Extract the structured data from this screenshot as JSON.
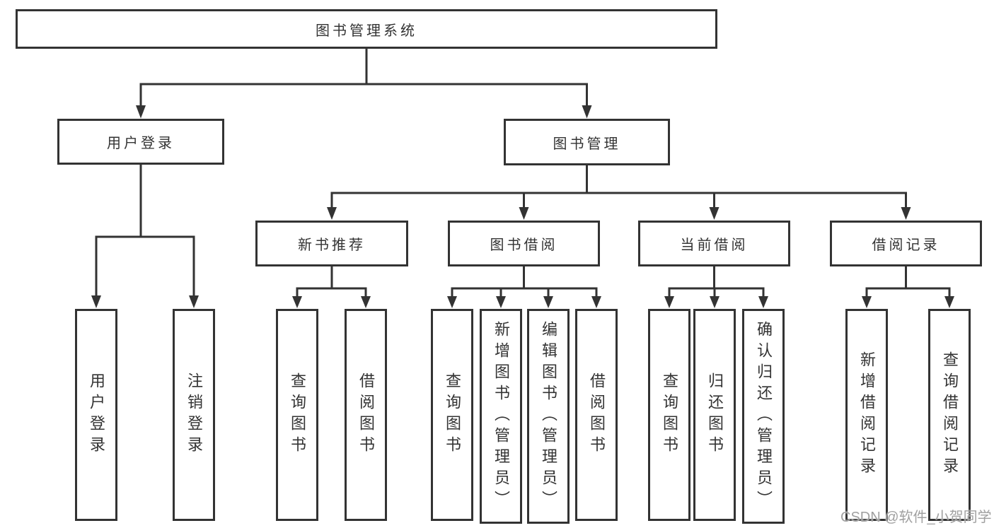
{
  "diagram_title": "图书管理系统",
  "watermark": "CSDN @软件_小贺同学",
  "colors": {
    "line": "#333333",
    "text": "#333333",
    "box_background": "#ffffff",
    "watermark": "#a0a0a0"
  },
  "tree": {
    "label": "图书管理系统",
    "children": [
      {
        "label": "用户登录",
        "children": [
          {
            "label": "用户登录"
          },
          {
            "label": "注销登录"
          }
        ]
      },
      {
        "label": "图书管理",
        "children": [
          {
            "label": "新书推荐",
            "children": [
              {
                "label": "查询图书"
              },
              {
                "label": "借阅图书"
              }
            ]
          },
          {
            "label": "图书借阅",
            "children": [
              {
                "label": "查询图书"
              },
              {
                "label": "新增图书（管理员）"
              },
              {
                "label": "编辑图书（管理员）"
              },
              {
                "label": "借阅图书"
              }
            ]
          },
          {
            "label": "当前借阅",
            "children": [
              {
                "label": "查询图书"
              },
              {
                "label": "归还图书"
              },
              {
                "label": "确认归还（管理员）"
              }
            ]
          },
          {
            "label": "借阅记录",
            "children": [
              {
                "label": "新增借阅记录"
              },
              {
                "label": "查询借阅记录"
              }
            ]
          }
        ]
      }
    ]
  }
}
